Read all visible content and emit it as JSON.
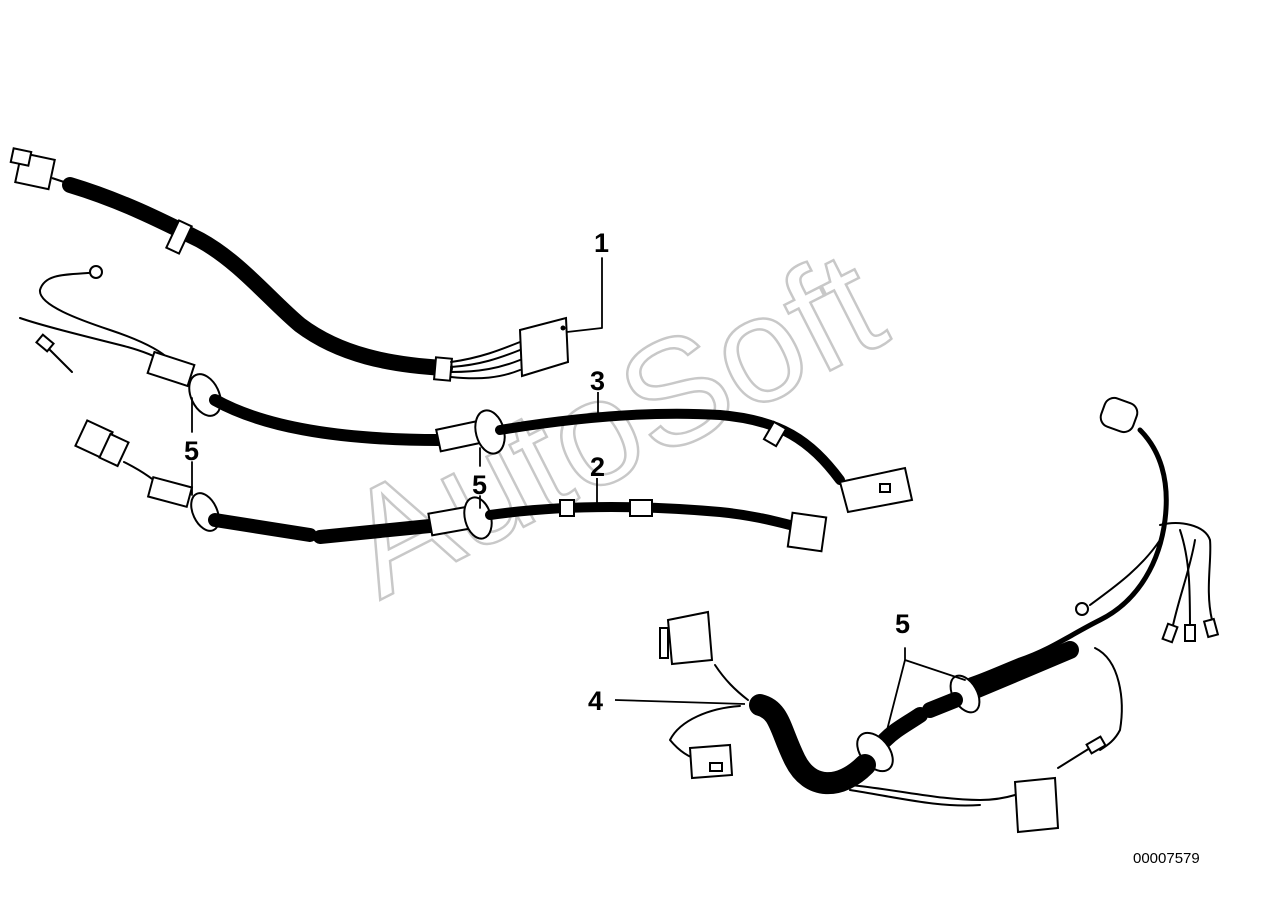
{
  "callouts": {
    "c1": "1",
    "c2": "2",
    "c3": "3",
    "c4": "4",
    "c5a": "5",
    "c5b": "5",
    "c5c": "5"
  },
  "watermark": "AutoSoft",
  "reference_number": "00007579",
  "colors": {
    "line": "#000000",
    "background": "#ffffff",
    "watermark": "#c8c8c8"
  }
}
